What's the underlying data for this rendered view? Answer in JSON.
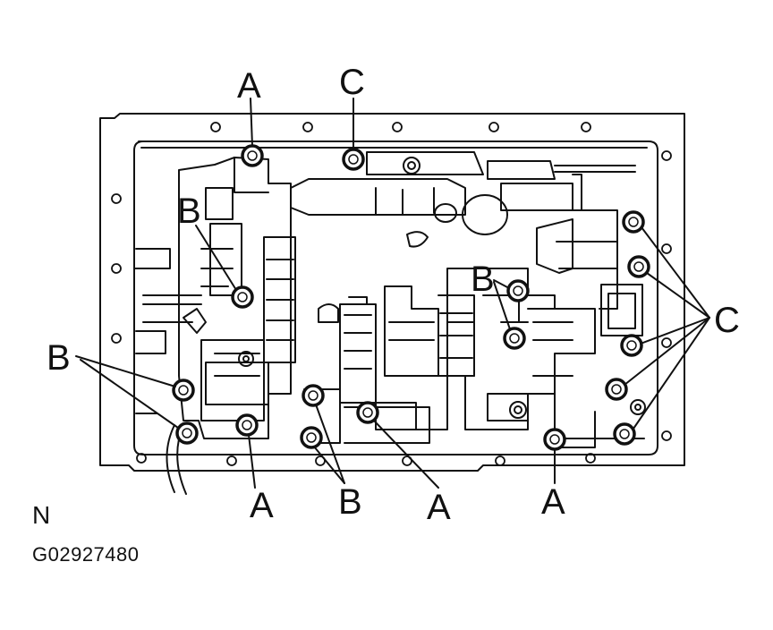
{
  "callouts": {
    "top_a": "A",
    "top_c": "C",
    "left_b_upper": "B",
    "left_b_lower": "B",
    "center_b": "B",
    "right_c": "C",
    "bottom_a_left": "A",
    "bottom_b": "B",
    "bottom_a_mid": "A",
    "bottom_a_right": "A"
  },
  "view_letter": "N",
  "figure_id": "G02927480",
  "colors": {
    "ink": "#111111",
    "paper": "#ffffff"
  }
}
